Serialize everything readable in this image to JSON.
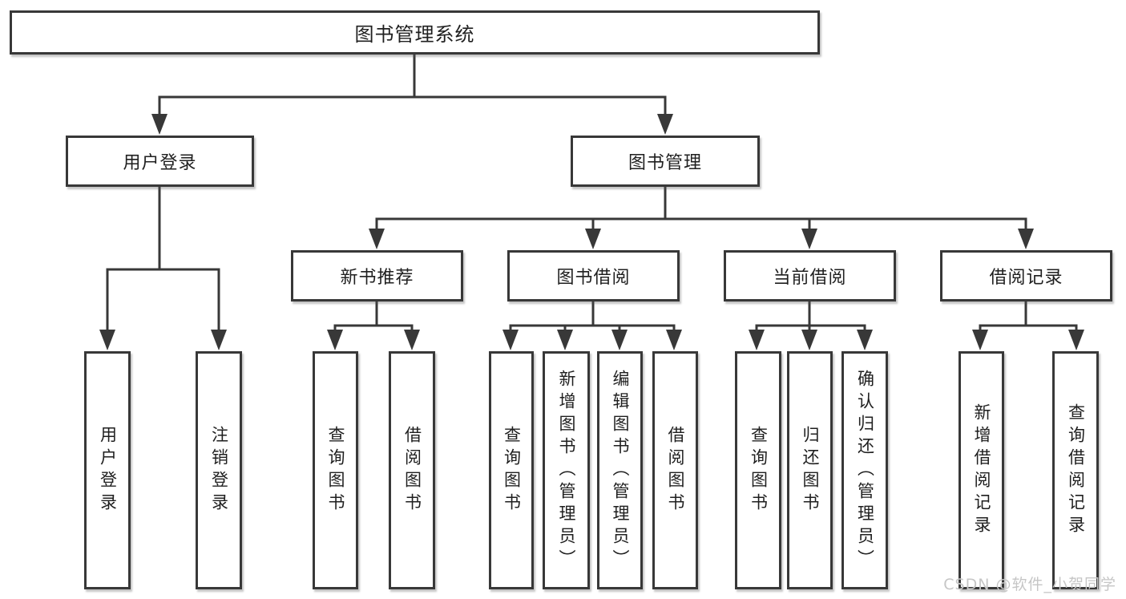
{
  "diagram": {
    "root": {
      "label": "图书管理系统"
    },
    "level2": [
      {
        "label": "用户登录"
      },
      {
        "label": "图书管理"
      }
    ],
    "level3": [
      {
        "label": "新书推荐"
      },
      {
        "label": "图书借阅"
      },
      {
        "label": "当前借阅"
      },
      {
        "label": "借阅记录"
      }
    ],
    "leaves": {
      "user_login": [
        "用户登录",
        "注销登录"
      ],
      "new_books": [
        "查询图书",
        "借阅图书"
      ],
      "book_borrow": [
        "查询图书",
        "新增图书（管理员）",
        "编辑图书（管理员）",
        "借阅图书"
      ],
      "current_borrow": [
        "查询图书",
        "归还图书",
        "确认归还（管理员）"
      ],
      "borrow_records": [
        "新增借阅记录",
        "查询借阅记录"
      ]
    }
  },
  "watermark": {
    "text": "CSDN @软件_小贺同学"
  },
  "colors": {
    "line": "#383838",
    "text": "#1f1f1f",
    "watermark": "#c6c6c6",
    "background": "#ffffff"
  }
}
